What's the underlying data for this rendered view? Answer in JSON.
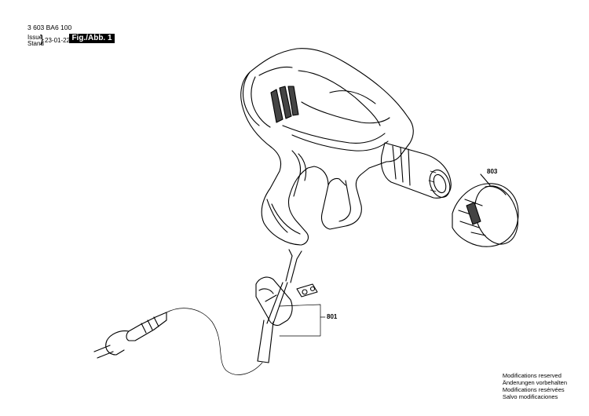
{
  "header": {
    "part_number": "3 603 BA6 100",
    "issue_label": "Issue",
    "stand_label": "Stand",
    "issue_date": "23-01-22",
    "figure_tag": "Fig./Abb. 1"
  },
  "callouts": {
    "nozzle": "803",
    "cord_set": "801"
  },
  "footer": {
    "modifications": [
      "Modifications reserved",
      "Änderungen vorbehalten",
      "Modifications resérvées",
      "Salvo modificaciones"
    ]
  }
}
